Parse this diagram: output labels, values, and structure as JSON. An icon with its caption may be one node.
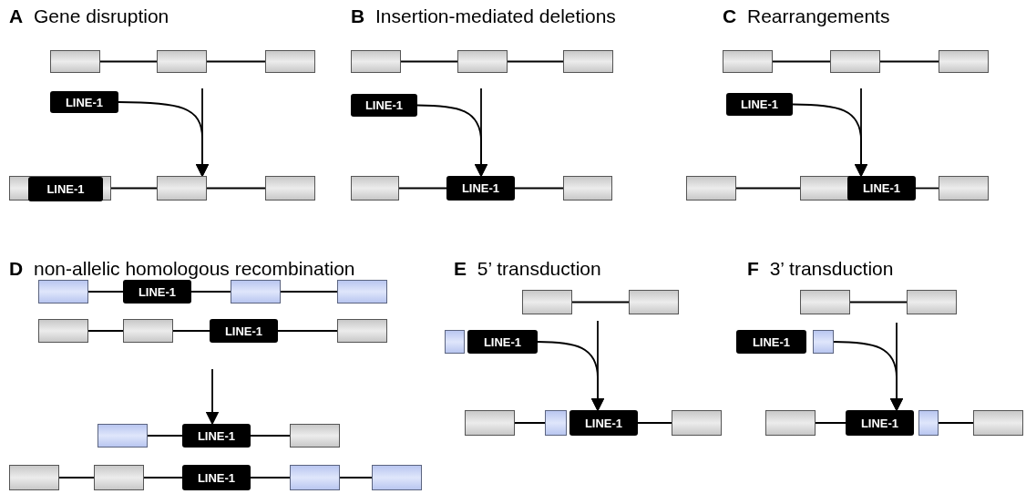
{
  "diagram": {
    "nodes": [
      {
        "text": [],
        "shape": "box"
      },
      {
        "text": [],
        "shape": "box"
      },
      {
        "text": [],
        "shape": "box"
      },
      {
        "text": [
          "LINE-1"
        ]
      },
      {
        "text": [],
        "shape": "box"
      },
      {
        "text": [
          "LINE-1"
        ],
        "in": 4
      },
      {
        "text": [],
        "shape": "box"
      },
      {
        "text": [],
        "shape": "box"
      },
      {
        "text": [],
        "shape": "box"
      },
      {
        "text": [],
        "shape": "box"
      },
      {
        "text": [],
        "shape": "box"
      },
      {
        "text": [
          "LINE-1"
        ]
      },
      {
        "text": [],
        "shape": "box"
      },
      {
        "text": [
          "LINE-1"
        ]
      },
      {
        "text": [],
        "shape": "box"
      },
      {
        "text": [],
        "shape": "box"
      },
      {
        "text": [],
        "shape": "box"
      },
      {
        "text": [],
        "shape": "box"
      },
      {
        "text": [
          "LINE-1"
        ]
      },
      {
        "text": [],
        "shape": "box"
      },
      {
        "text": [],
        "shape": "box"
      },
      {
        "text": [
          "LINE-1"
        ]
      },
      {
        "text": [],
        "shape": "box"
      },
      {
        "text": [],
        "shape": "box"
      },
      {
        "text": [
          "LINE-1"
        ]
      },
      {
        "text": [],
        "shape": "box"
      },
      {
        "text": [],
        "shape": "box"
      },
      {
        "text": [],
        "shape": "box"
      },
      {
        "text": [],
        "shape": "box"
      },
      {
        "text": [
          "LINE-1"
        ]
      },
      {
        "text": [],
        "shape": "box"
      },
      {
        "text": [],
        "shape": "box"
      },
      {
        "text": [
          "LINE-1"
        ]
      },
      {
        "text": [],
        "shape": "box"
      },
      {
        "text": [],
        "shape": "box"
      },
      {
        "text": [],
        "shape": "box"
      },
      {
        "text": [
          "LINE-1"
        ]
      },
      {
        "text": [],
        "shape": "box"
      },
      {
        "text": [],
        "shape": "box"
      },
      {
        "text": [],
        "shape": "box"
      },
      {
        "text": [],
        "shape": "box"
      },
      {
        "text": [],
        "shape": "box"
      },
      {
        "text": [
          "LINE-1"
        ]
      },
      {
        "text": [],
        "shape": "box"
      },
      {
        "text": [],
        "shape": "box"
      },
      {
        "text": [
          "LINE-1"
        ]
      },
      {
        "text": [],
        "shape": "box"
      },
      {
        "text": [],
        "shape": "box"
      },
      {
        "text": [],
        "shape": "box"
      },
      {
        "text": [
          "LINE-1"
        ]
      },
      {
        "text": [],
        "shape": "box"
      },
      {
        "text": [],
        "shape": "box"
      },
      {
        "text": [
          "LINE-1"
        ]
      },
      {
        "text": [],
        "shape": "box"
      },
      {
        "text": [],
        "shape": "box"
      }
    ],
    "edges": [
      {
        "from": 0,
        "to": 1,
        "arrow": "none"
      },
      {
        "from": 1,
        "to": 2,
        "arrow": "none"
      },
      {
        "from": 4,
        "to": 6,
        "arrow": "none"
      },
      {
        "from": 6,
        "to": 7,
        "arrow": "none"
      },
      {
        "from": 3,
        "to": 6,
        "arrow": "to"
      },
      {
        "from": null,
        "to": 6,
        "arrow": "to"
      },
      {
        "from": 8,
        "to": 9,
        "arrow": "none"
      },
      {
        "from": 9,
        "to": 10,
        "arrow": "none"
      },
      {
        "from": 12,
        "to": 13,
        "arrow": "none"
      },
      {
        "from": 13,
        "to": 14,
        "arrow": "none"
      },
      {
        "from": 11,
        "to": 13,
        "arrow": "to"
      },
      {
        "from": null,
        "to": 13,
        "arrow": "to"
      },
      {
        "from": 15,
        "to": 16,
        "arrow": "none"
      },
      {
        "from": 16,
        "to": 17,
        "arrow": "none"
      },
      {
        "from": 19,
        "to": 20,
        "arrow": "none"
      },
      {
        "from": 21,
        "to": 22,
        "arrow": "none"
      },
      {
        "from": 18,
        "to": 21,
        "arrow": "to"
      },
      {
        "from": null,
        "to": 21,
        "arrow": "to"
      },
      {
        "from": 23,
        "to": 24,
        "arrow": "none"
      },
      {
        "from": 24,
        "to": 25,
        "arrow": "none"
      },
      {
        "from": 25,
        "to": 26,
        "arrow": "none"
      },
      {
        "from": 27,
        "to": 28,
        "arrow": "none"
      },
      {
        "from": 28,
        "to": 29,
        "arrow": "none"
      },
      {
        "from": 29,
        "to": 30,
        "arrow": "none"
      },
      {
        "from": 31,
        "to": 32,
        "arrow": "none"
      },
      {
        "from": 32,
        "to": 33,
        "arrow": "none"
      },
      {
        "from": 34,
        "to": 35,
        "arrow": "none"
      },
      {
        "from": 35,
        "to": 36,
        "arrow": "none"
      },
      {
        "from": 36,
        "to": 37,
        "arrow": "none"
      },
      {
        "from": 37,
        "to": 38,
        "arrow": "none"
      },
      {
        "from": null,
        "to": 32,
        "arrow": "to"
      },
      {
        "from": 39,
        "to": 40,
        "arrow": "none"
      },
      {
        "from": 43,
        "to": 44,
        "arrow": "none"
      },
      {
        "from": 45,
        "to": 46,
        "arrow": "none"
      },
      {
        "from": 42,
        "to": 45,
        "arrow": "to"
      },
      {
        "from": null,
        "to": 45,
        "arrow": "to"
      },
      {
        "from": 47,
        "to": 48,
        "arrow": "none"
      },
      {
        "from": 51,
        "to": 52,
        "arrow": "none"
      },
      {
        "from": 53,
        "to": 54,
        "arrow": "none"
      },
      {
        "from": 50,
        "to": 52,
        "arrow": "to"
      },
      {
        "from": null,
        "to": 52,
        "arrow": "to"
      }
    ],
    "labels": [
      "**A** Gene disruption",
      "**B** Insertion-mediated deletions",
      "**C** Rearrangements",
      "**D** non-allelic homologous recombination",
      "**E** 5’ transduction",
      "**F** 3’ transduction"
    ]
  }
}
